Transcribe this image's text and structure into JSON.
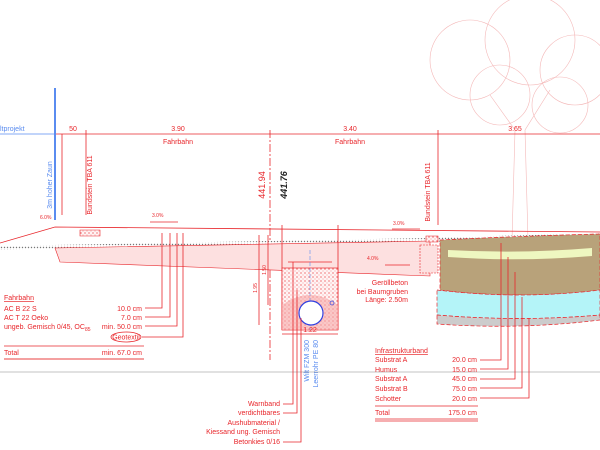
{
  "colors": {
    "line": "#e8262b",
    "blue": "#5a8cf0",
    "pink": "#fde0e0",
    "soil": "#b8a27a",
    "cyan": "#b4f4f8",
    "yellow": "#eef7c0",
    "gray": "#cccccc"
  },
  "labels": {
    "project": "ltprojekt",
    "fence": "3m hoher Zaun",
    "curb_left": "Bundstein TBA 611",
    "curb_right": "Bundstein TBA 611",
    "elev_red": "441.94",
    "elev_black": "441.76",
    "pipe1": "Wilt FZM 300",
    "pipe2": "Leerrohr PE 80"
  },
  "dimensions": {
    "d50": "50",
    "d390": "3.90",
    "d340": "3.40",
    "d365": "3.65",
    "fahrbahn1": "Fahrbahn",
    "fahrbahn2": "Fahrbahn",
    "trench_width": "1.22",
    "depth1": "1.50",
    "depth2": "1.95"
  },
  "slopes": {
    "s1": "6.0%",
    "s2": "3.0%",
    "s3": "3.0%",
    "s4": "4.0%"
  },
  "geroell": [
    "Geröllbeton",
    "bei Baumgruben",
    "Länge: 2.50m"
  ],
  "fahrbahn_table": {
    "title": "Fahrbahn",
    "rows": [
      {
        "name": "AC B 22 S",
        "value": "10.0 cm"
      },
      {
        "name": "AC T 22 Oeko",
        "value": "7.0 cm"
      },
      {
        "name": "ungeb. Gemisch 0/45, OC",
        "sub": "85",
        "value": "min. 50.0 cm"
      }
    ],
    "geotextil": "Geotextil",
    "total_label": "Total",
    "total_value": "min. 67.0 cm"
  },
  "trench_labels": [
    "Warnband",
    "verdichtbares",
    "Aushubmaterial /",
    "Kiessand ung. Gemisch",
    "Betonkies 0/16"
  ],
  "infra_table": {
    "title": "Infrastrukturband",
    "rows": [
      {
        "name": "Substrat A",
        "value": "20.0 cm"
      },
      {
        "name": "Humus",
        "value": "15.0 cm"
      },
      {
        "name": "Substrat A",
        "value": "45.0 cm"
      },
      {
        "name": "Substrat B",
        "value": "75.0 cm"
      },
      {
        "name": "Schotter",
        "value": "20.0 cm"
      }
    ],
    "total_label": "Total",
    "total_value": "175.0 cm"
  }
}
